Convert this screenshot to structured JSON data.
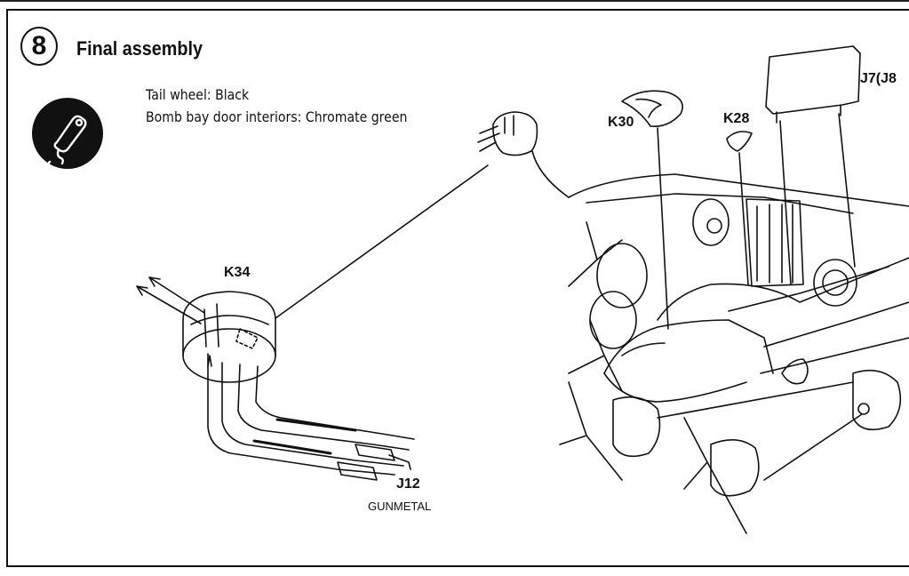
{
  "step": {
    "number": "8",
    "title": "Final assembly"
  },
  "paint_notes": [
    "Tail wheel: Black",
    "Bomb bay door interiors: Chromate green"
  ],
  "parts": {
    "k34": "K34",
    "k30": "K30",
    "k28": "K28",
    "j7": "J7(J8",
    "j12": "J12",
    "j12_color": "GUNMETAL"
  },
  "icons": {
    "paint_badge": "paint-brush-icon"
  }
}
